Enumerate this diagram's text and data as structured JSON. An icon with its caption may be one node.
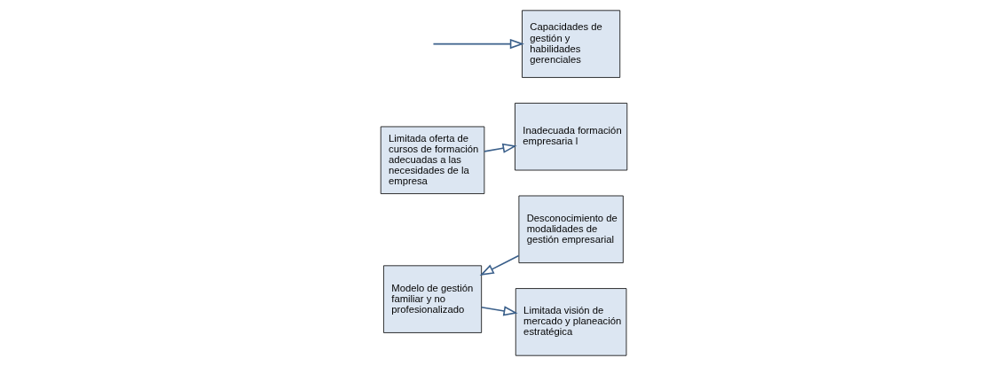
{
  "diagram": {
    "nodes": [
      {
        "text": [
          "Limitada oferta de cursos de formación adecuadas a las necesidades de la empresa"
        ]
      },
      {
        "text": [
          "Inadecuada formación empresaria l"
        ]
      },
      {
        "text": [
          "Capacidades de gestión y habilidades gerenciales"
        ]
      },
      {
        "text": [
          "Desconocimiento de modalidades de gestión empresarial"
        ]
      },
      {
        "text": [
          "Modelo de gestión familiar y no profesionalizado"
        ]
      },
      {
        "text": [
          "Limitada visión de mercado y planeación estratégica"
        ]
      }
    ],
    "edges": [
      {
        "from": 0,
        "to": 1,
        "arrow": "to"
      },
      {
        "from": 3,
        "to": 4,
        "arrow": "to"
      },
      {
        "from": 4,
        "to": 5,
        "arrow": "to"
      },
      {
        "from": null,
        "to": 2,
        "arrow": "to"
      }
    ]
  }
}
